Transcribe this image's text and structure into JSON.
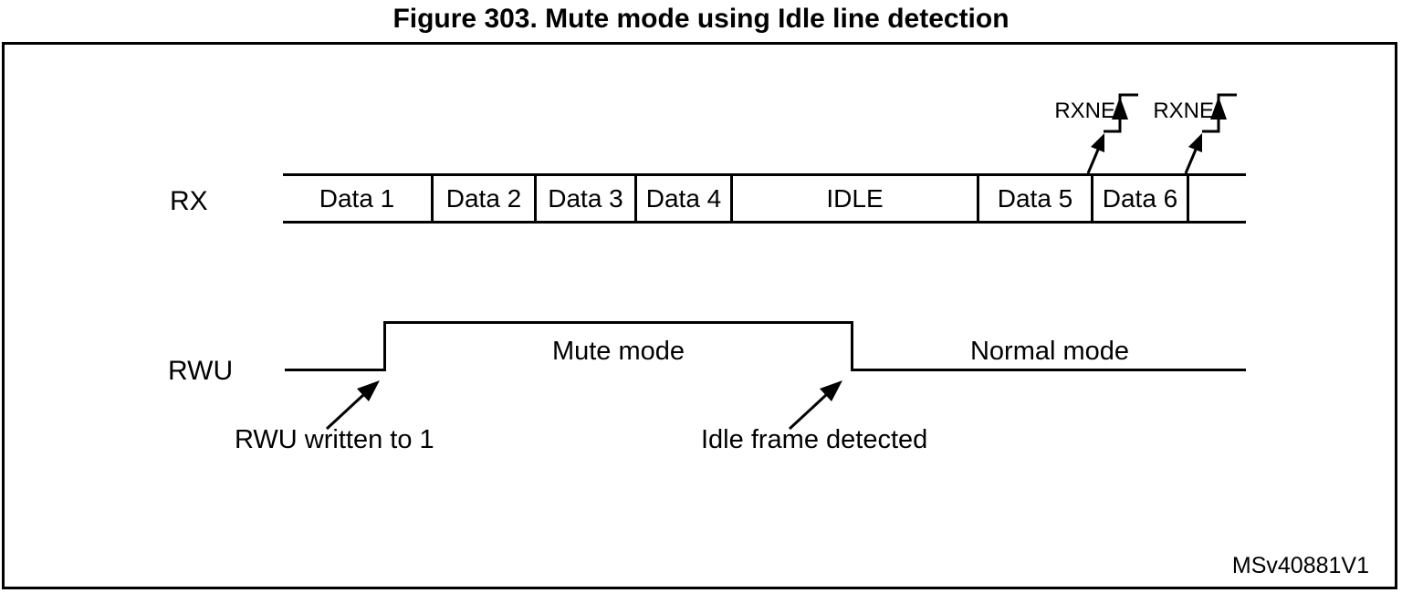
{
  "figure": {
    "title": "Figure 303. Mute mode using Idle line detection",
    "watermark": "MSv40881V1"
  },
  "rx": {
    "label": "RX",
    "segments": [
      "Data 1",
      "Data 2",
      "Data 3",
      "Data 4",
      "IDLE",
      "Data 5",
      "Data 6"
    ],
    "rxne_flag_1": "RXNE",
    "rxne_flag_2": "RXNE"
  },
  "rwu": {
    "label": "RWU",
    "high_state_label": "Mute mode",
    "low_state_label": "Normal mode"
  },
  "annotations": {
    "rise_event": "RWU written to 1",
    "fall_event": "Idle frame detected"
  },
  "colors": {
    "line": "#000000",
    "background": "#ffffff",
    "text": "#000000"
  }
}
